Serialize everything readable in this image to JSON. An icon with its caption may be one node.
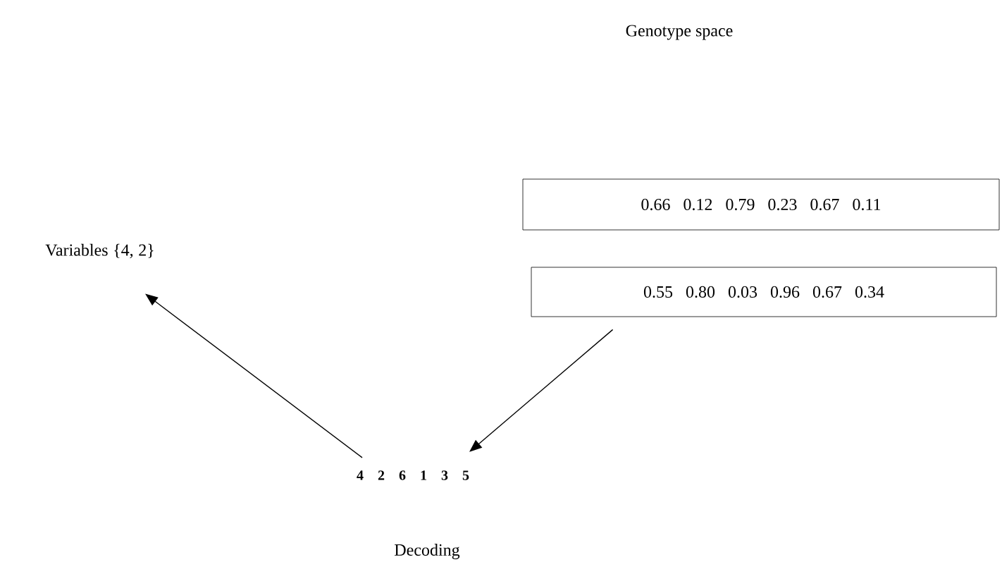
{
  "diagram": {
    "nodes": [
      {
        "text": [
          "0.66 0.12 0.79 0.23 0.67 0.11"
        ]
      },
      {
        "text": [
          "0.55 0.80 0.03 0.96 0.67 0.34"
        ]
      },
      {
        "text": [
          "4 2 6 1 3 5"
        ]
      },
      {
        "text": [
          "Variables {4, 2}"
        ]
      }
    ],
    "edges": [
      {
        "from": 1,
        "to": 2,
        "arrow": "to"
      },
      {
        "from": 2,
        "to": 3,
        "arrow": "to"
      }
    ],
    "labels": [
      "Genotype space",
      "Decoding"
    ]
  }
}
